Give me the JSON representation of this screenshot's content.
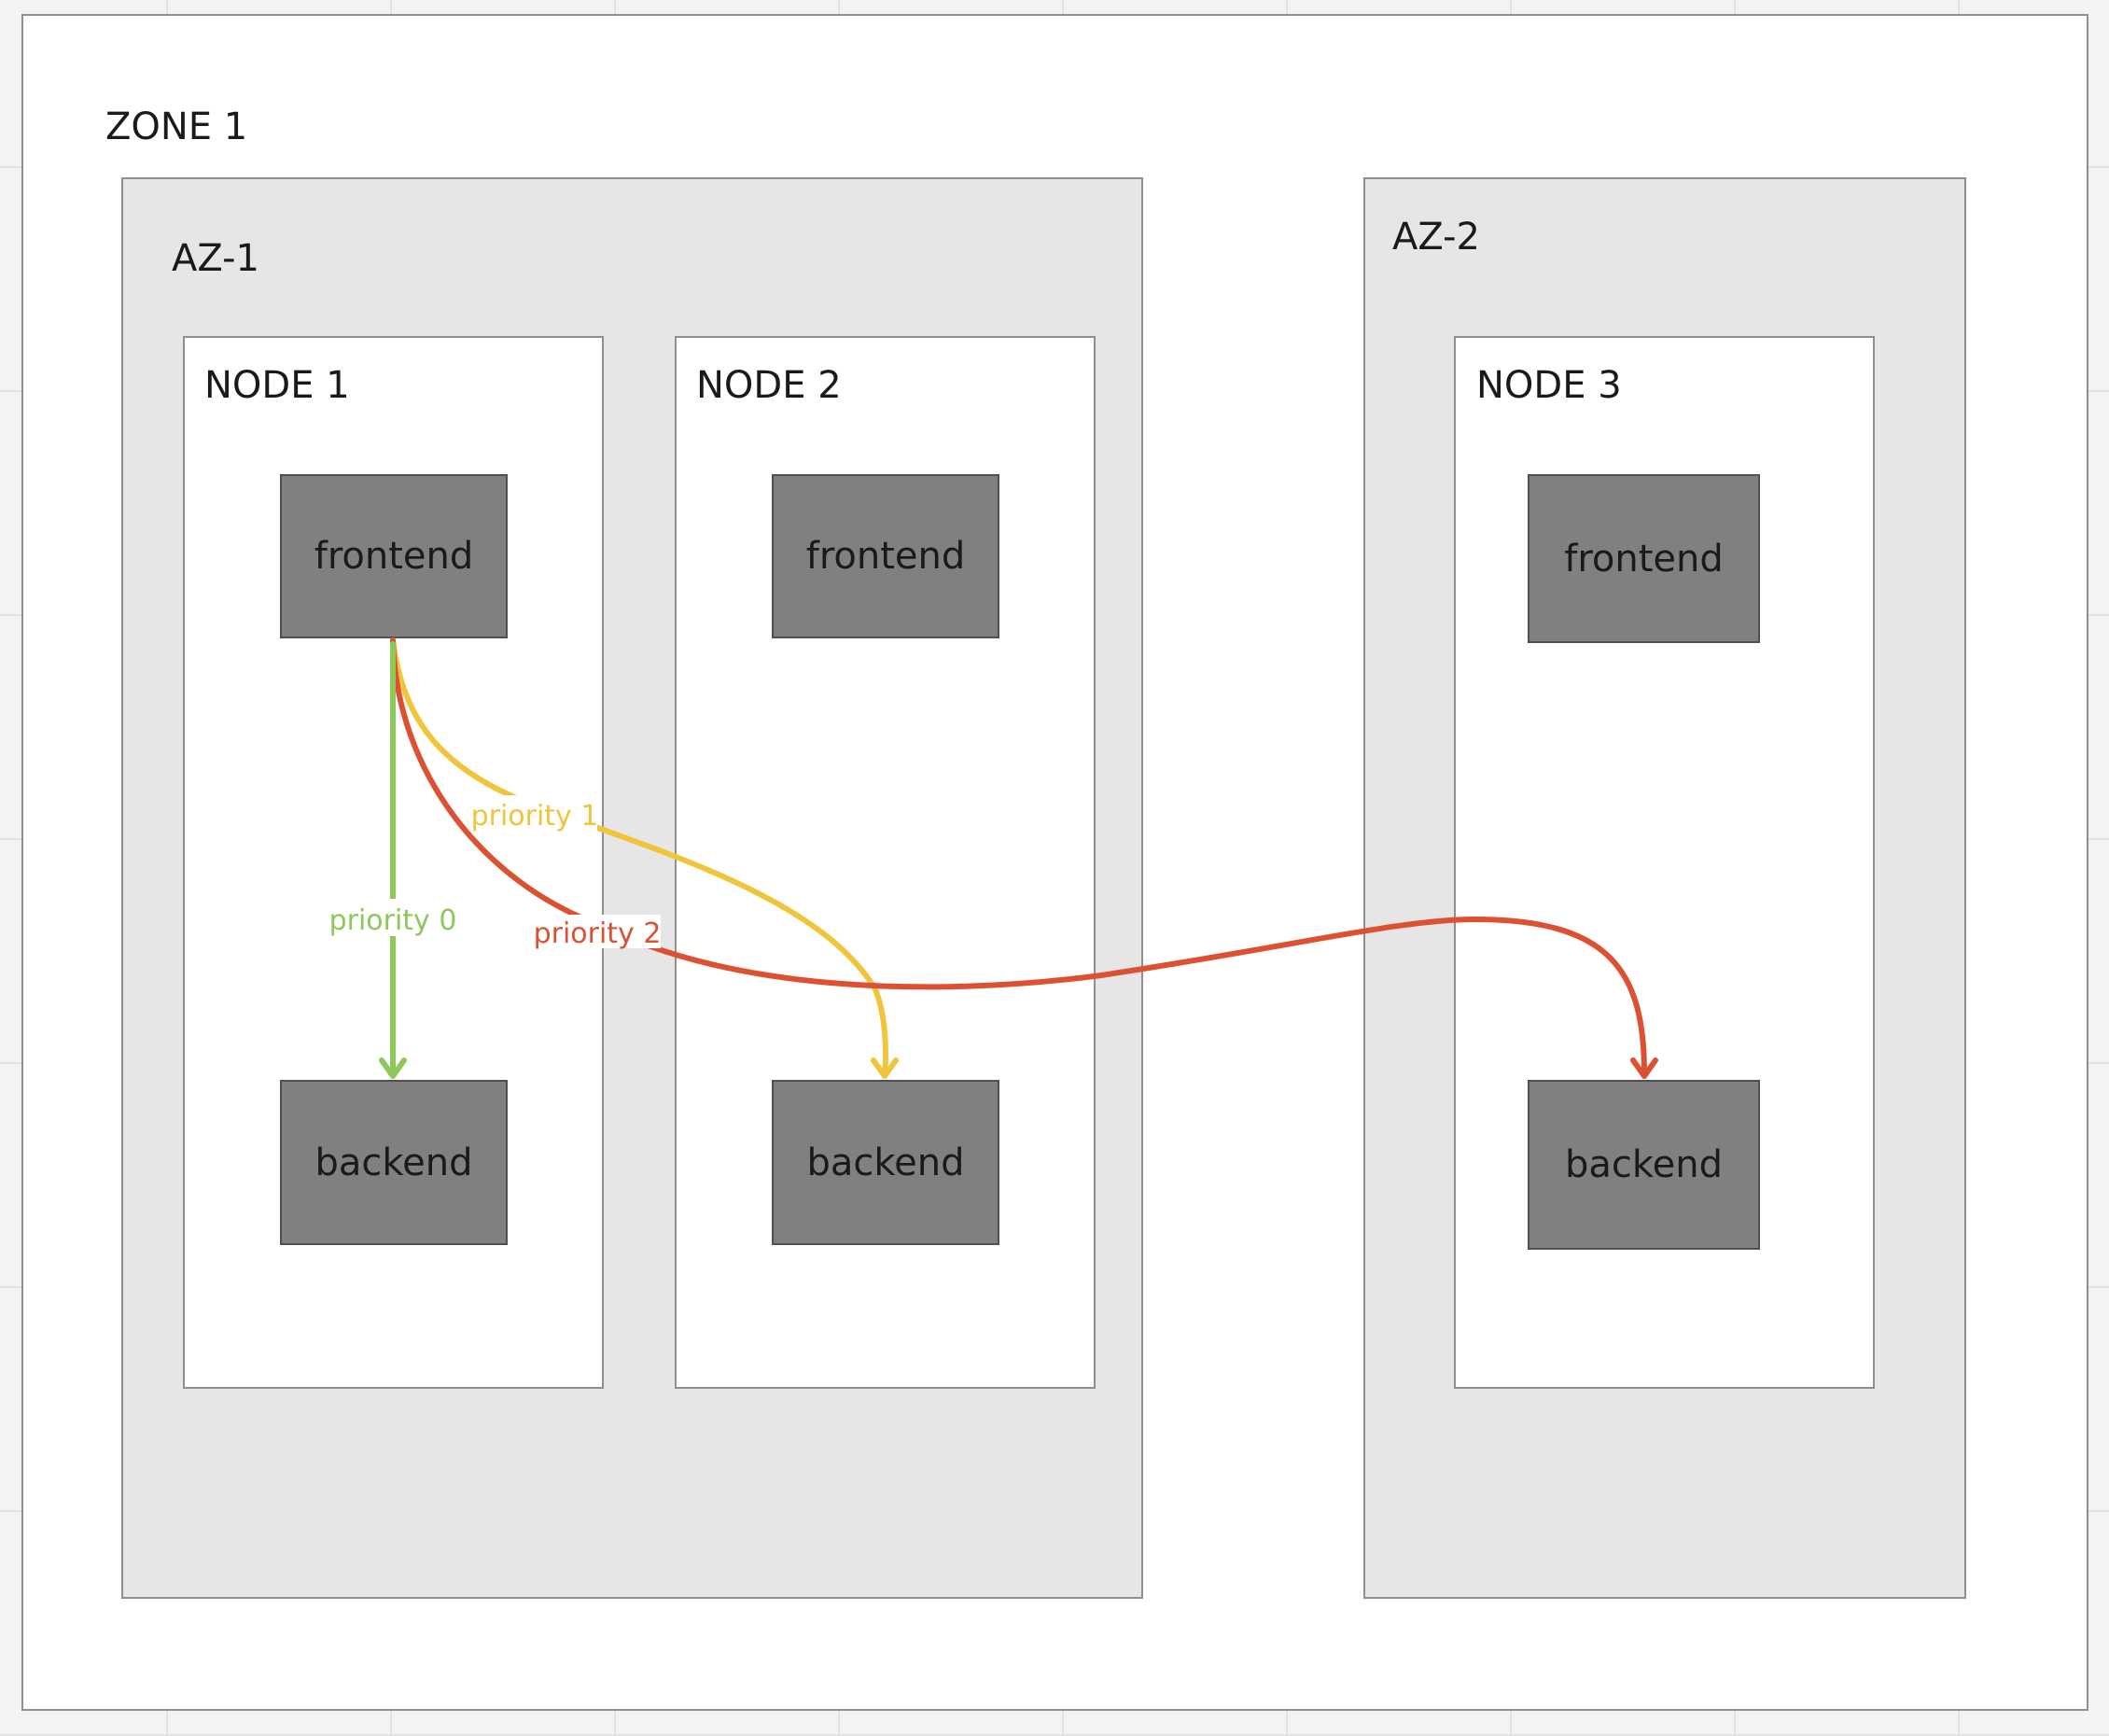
{
  "zone": {
    "label": "ZONE 1"
  },
  "azs": [
    {
      "label": "AZ-1"
    },
    {
      "label": "AZ-2"
    }
  ],
  "nodes": [
    {
      "label": "NODE 1",
      "frontend": "frontend",
      "backend": "backend"
    },
    {
      "label": "NODE 2",
      "frontend": "frontend",
      "backend": "backend"
    },
    {
      "label": "NODE 3",
      "frontend": "frontend",
      "backend": "backend"
    }
  ],
  "edges": [
    {
      "label": "priority 0",
      "color": "#8dc859"
    },
    {
      "label": "priority 1",
      "color": "#f0c53c"
    },
    {
      "label": "priority 2",
      "color": "#dd5133"
    }
  ],
  "colors": {
    "canvas": "#f3f3f3",
    "zone_fill": "#ffffff",
    "az_fill": "#e6e6e6",
    "service_fill": "#808080"
  }
}
